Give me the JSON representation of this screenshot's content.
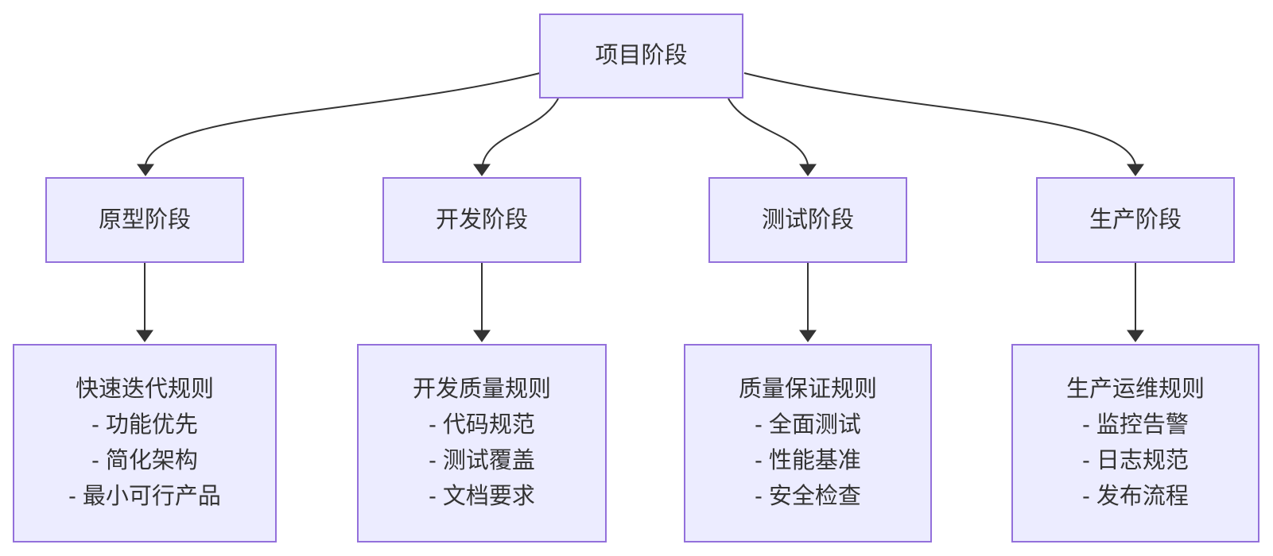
{
  "diagram": {
    "type": "flowchart-top-down",
    "root": {
      "label": "项目阶段"
    },
    "phases": [
      {
        "id": "prototype",
        "label": "原型阶段",
        "rules": {
          "title": "快速迭代规则",
          "items": [
            "- 功能优先",
            "- 简化架构",
            "- 最小可行产品"
          ]
        }
      },
      {
        "id": "development",
        "label": "开发阶段",
        "rules": {
          "title": "开发质量规则",
          "items": [
            "- 代码规范",
            "- 测试覆盖",
            "- 文档要求"
          ]
        }
      },
      {
        "id": "testing",
        "label": "测试阶段",
        "rules": {
          "title": "质量保证规则",
          "items": [
            "- 全面测试",
            "- 性能基准",
            "- 安全检查"
          ]
        }
      },
      {
        "id": "production",
        "label": "生产阶段",
        "rules": {
          "title": "生产运维规则",
          "items": [
            "- 监控告警",
            "- 日志规范",
            "- 发布流程"
          ]
        }
      }
    ],
    "colors": {
      "node_fill": "#ECECFF",
      "node_border": "#9370DB",
      "edge": "#333333",
      "text": "#333333",
      "background": "#FFFFFF"
    }
  }
}
